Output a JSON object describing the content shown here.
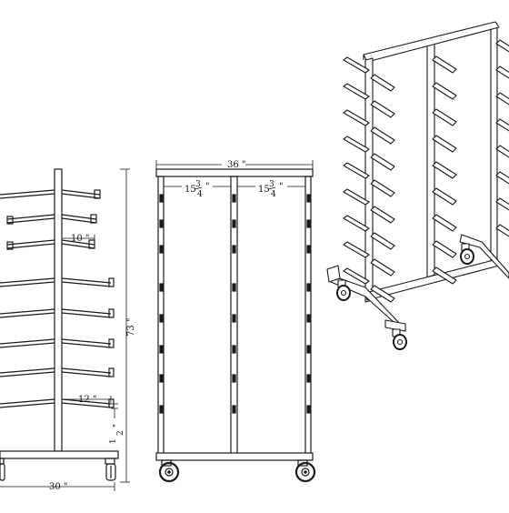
{
  "side_view": {
    "width_label": "30 \"",
    "height_label": "73 \"",
    "arm_length_label": "10 \"",
    "lower_arm_label": "12 \"",
    "arm_spacing_whole": "1",
    "arm_spacing_den": "2",
    "arm_spacing_unit": "\""
  },
  "front_view": {
    "width_label": "36 \"",
    "bay_left_whole": "15",
    "bay_left_num": "3",
    "bay_left_den": "4",
    "bay_left_unit": "\"",
    "bay_right_whole": "15",
    "bay_right_num": "3",
    "bay_right_den": "4",
    "bay_right_unit": "\""
  }
}
